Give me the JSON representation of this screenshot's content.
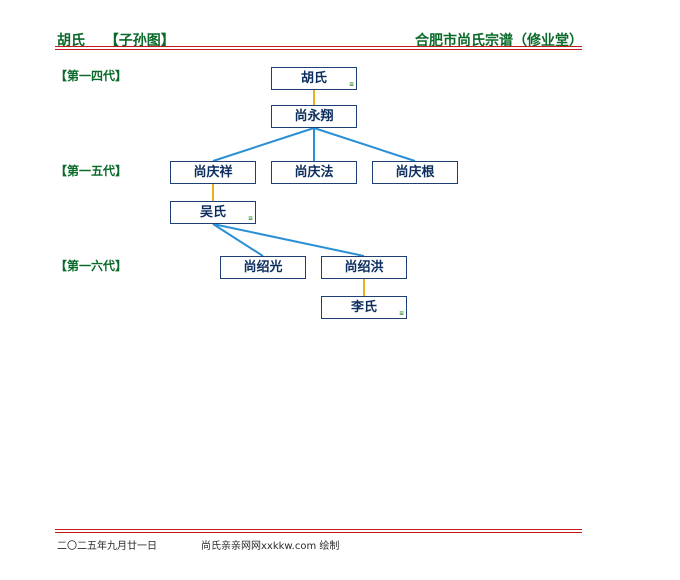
{
  "header": {
    "left_name": "胡氏",
    "left_title": "【子孙图】",
    "right_title": "合肥市尚氏宗谱（修业堂）"
  },
  "generations": [
    "【第一四代】",
    "【第一五代】",
    "【第一六代】"
  ],
  "persons": {
    "hushi": "胡氏",
    "yongxiang": "尚永翔",
    "qingxiang": "尚庆祥",
    "qingfa": "尚庆法",
    "qinggen": "尚庆根",
    "wushi": "吴氏",
    "shaoguang": "尚绍光",
    "shaohong": "尚绍洪",
    "lishi": "李氏"
  },
  "spouse_mark": "≡",
  "footer": {
    "date": "二〇二五年九月廿一日",
    "credit": "尚氏亲亲网网xxkkw.com 绘制"
  },
  "colors": {
    "header_green": "#0a6a2a",
    "rule_red": "#c41818",
    "box_border": "#1d3f73",
    "parent_child_line": "#2b8fd6",
    "spouse_line": "#e8b21a"
  }
}
